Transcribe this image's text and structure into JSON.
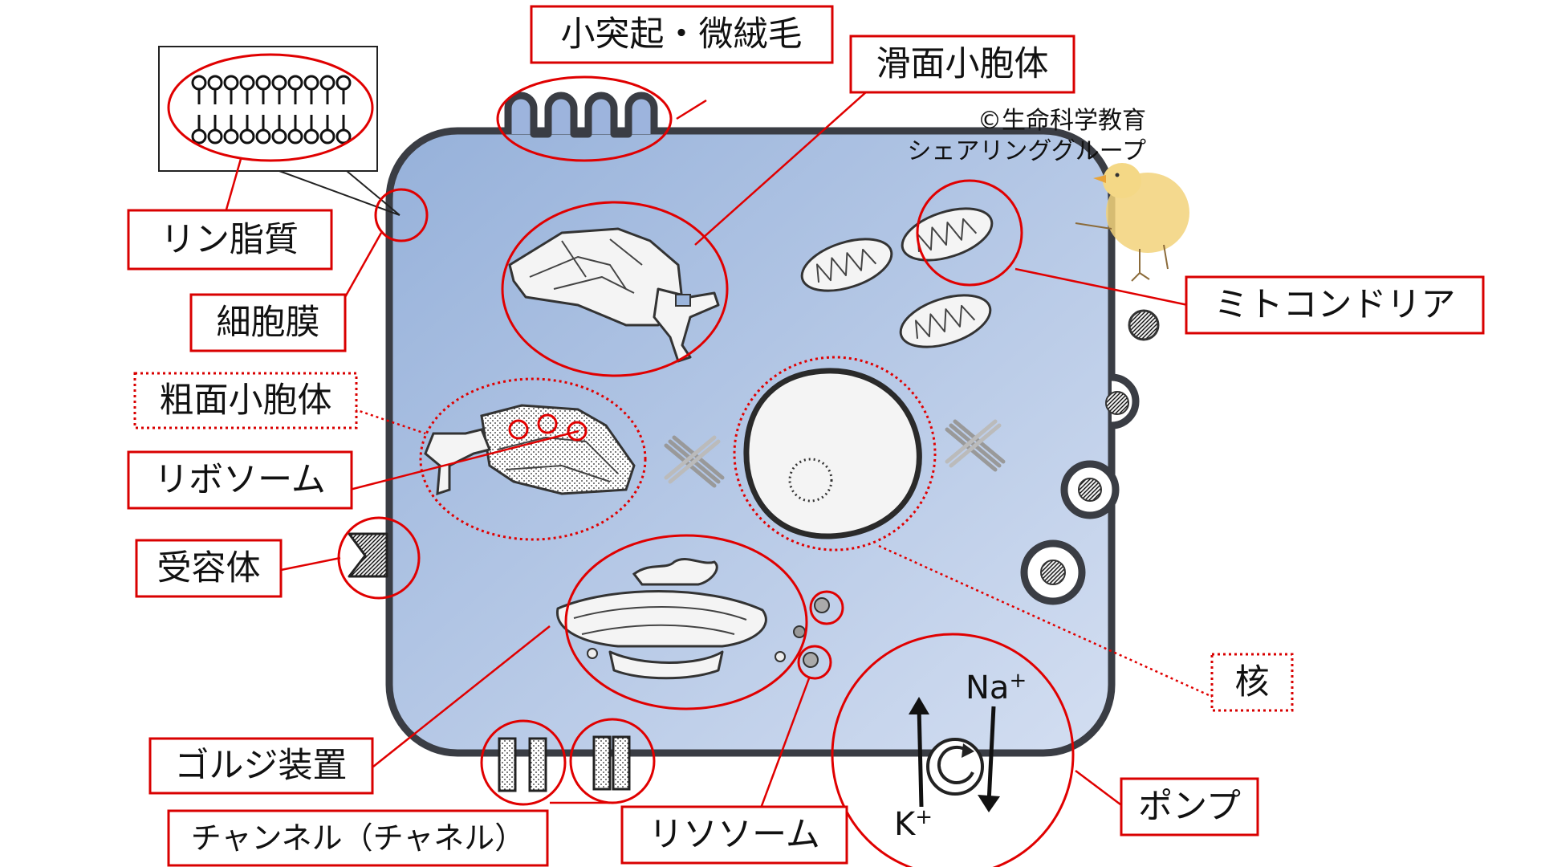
{
  "copyright": {
    "line1": "©生命科学教育",
    "line2": "シェアリンググループ"
  },
  "labels": {
    "microvilli": "小突起・微絨毛",
    "smooth_er": "滑面小胞体",
    "phospholipid": "リン脂質",
    "cell_membrane": "細胞膜",
    "rough_er": "粗面小胞体",
    "ribosome": "リボソーム",
    "receptor": "受容体",
    "mitochondria": "ミトコンドリア",
    "nucleus": "核",
    "golgi": "ゴルジ装置",
    "channel": "チャンネル（チャネル）",
    "lysosome": "リソソーム",
    "pump": "ポンプ"
  },
  "pump_ions": {
    "na": "Na",
    "na_charge": "+",
    "k": "K",
    "k_charge": "+"
  },
  "colors": {
    "accent": "#e00000",
    "cytoplasm_light": "#cdd9ef",
    "cytoplasm_dark": "#9bb5dc",
    "membrane": "#3a3d44",
    "chick": "#f2d27a"
  }
}
